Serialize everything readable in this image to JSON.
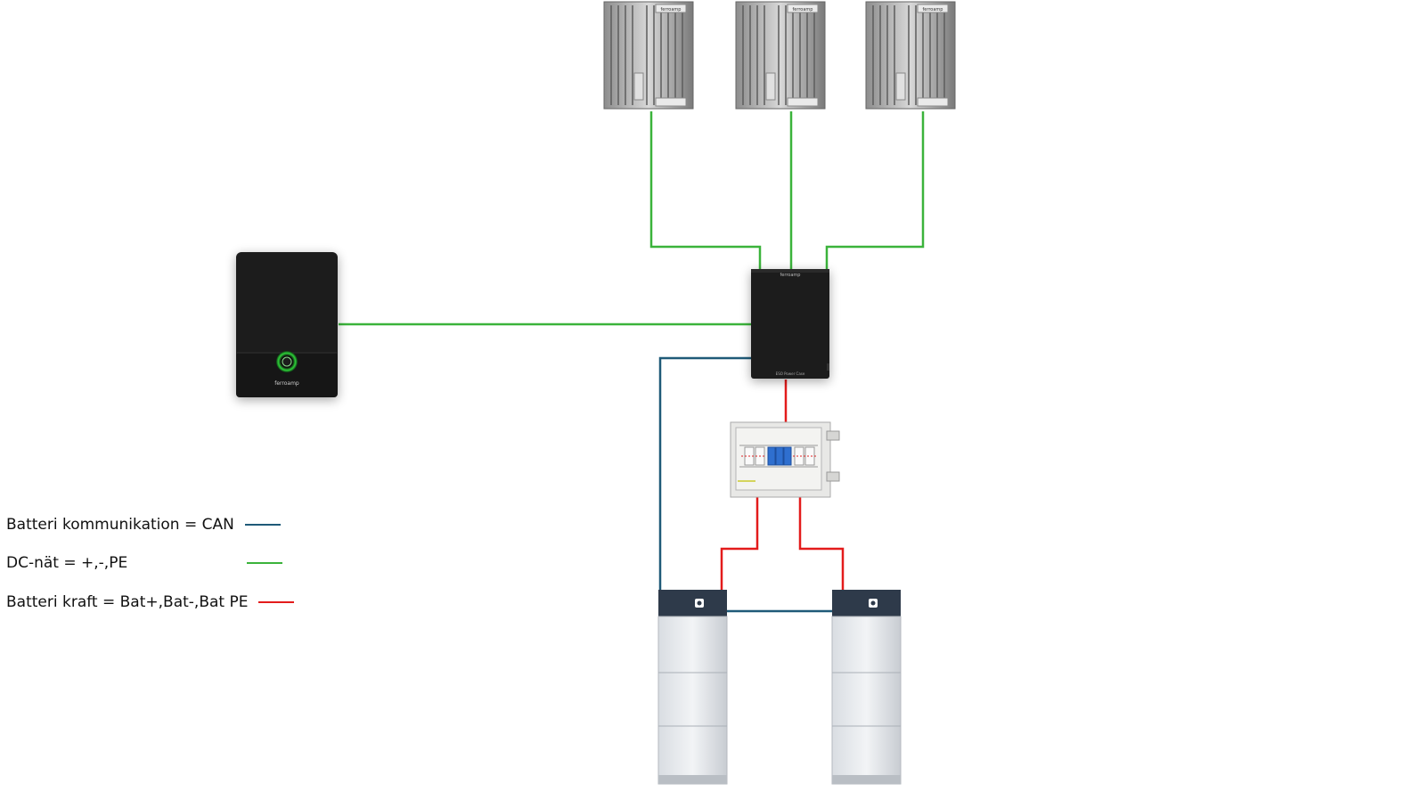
{
  "legend": [
    {
      "label": "Batteri kommunikation = CAN",
      "color": "#1f5a78"
    },
    {
      "label": "DC-nät = +,-,PE",
      "color": "#3bb33b"
    },
    {
      "label": "Batteri kraft = Bat+,Bat-,Bat PE",
      "color": "#e31b1b"
    }
  ],
  "devices": {
    "charger_brand": "ferroamp",
    "power_case_brand": "ferroamp",
    "power_case_label": "ESO Power Case",
    "optimizer_brand": "ferroamp"
  },
  "colors": {
    "can": "#1f5a78",
    "dc": "#3bb33b",
    "battery_power": "#e31b1b"
  }
}
